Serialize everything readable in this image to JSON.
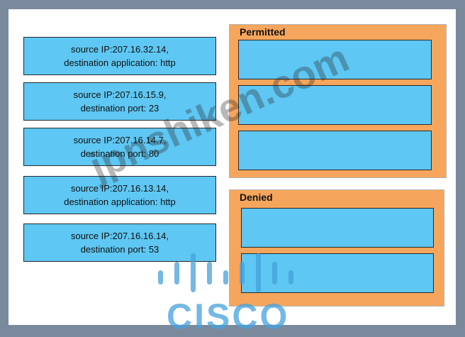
{
  "sources": [
    {
      "line1": "source IP:207.16.32.14,",
      "line2": "destination application: http"
    },
    {
      "line1": "source IP:207.16.15.9,",
      "line2": "destination port: 23"
    },
    {
      "line1": "source IP:207.16.14.7,",
      "line2": "destination port: 80"
    },
    {
      "line1": "source IP:207.16.13.14,",
      "line2": "destination application: http"
    },
    {
      "line1": "source IP:207.16.16.14,",
      "line2": "destination port: 53"
    }
  ],
  "permitted": {
    "title": "Permitted"
  },
  "denied": {
    "title": "Denied"
  },
  "watermark": {
    "text": "jpnshiken.com"
  },
  "logo": {
    "text": "CISCO"
  },
  "colors": {
    "box_fill": "#5ec7f3",
    "panel_fill": "#f6a65c",
    "frame": "#7a8a9c",
    "logo": "#46a0dc"
  }
}
